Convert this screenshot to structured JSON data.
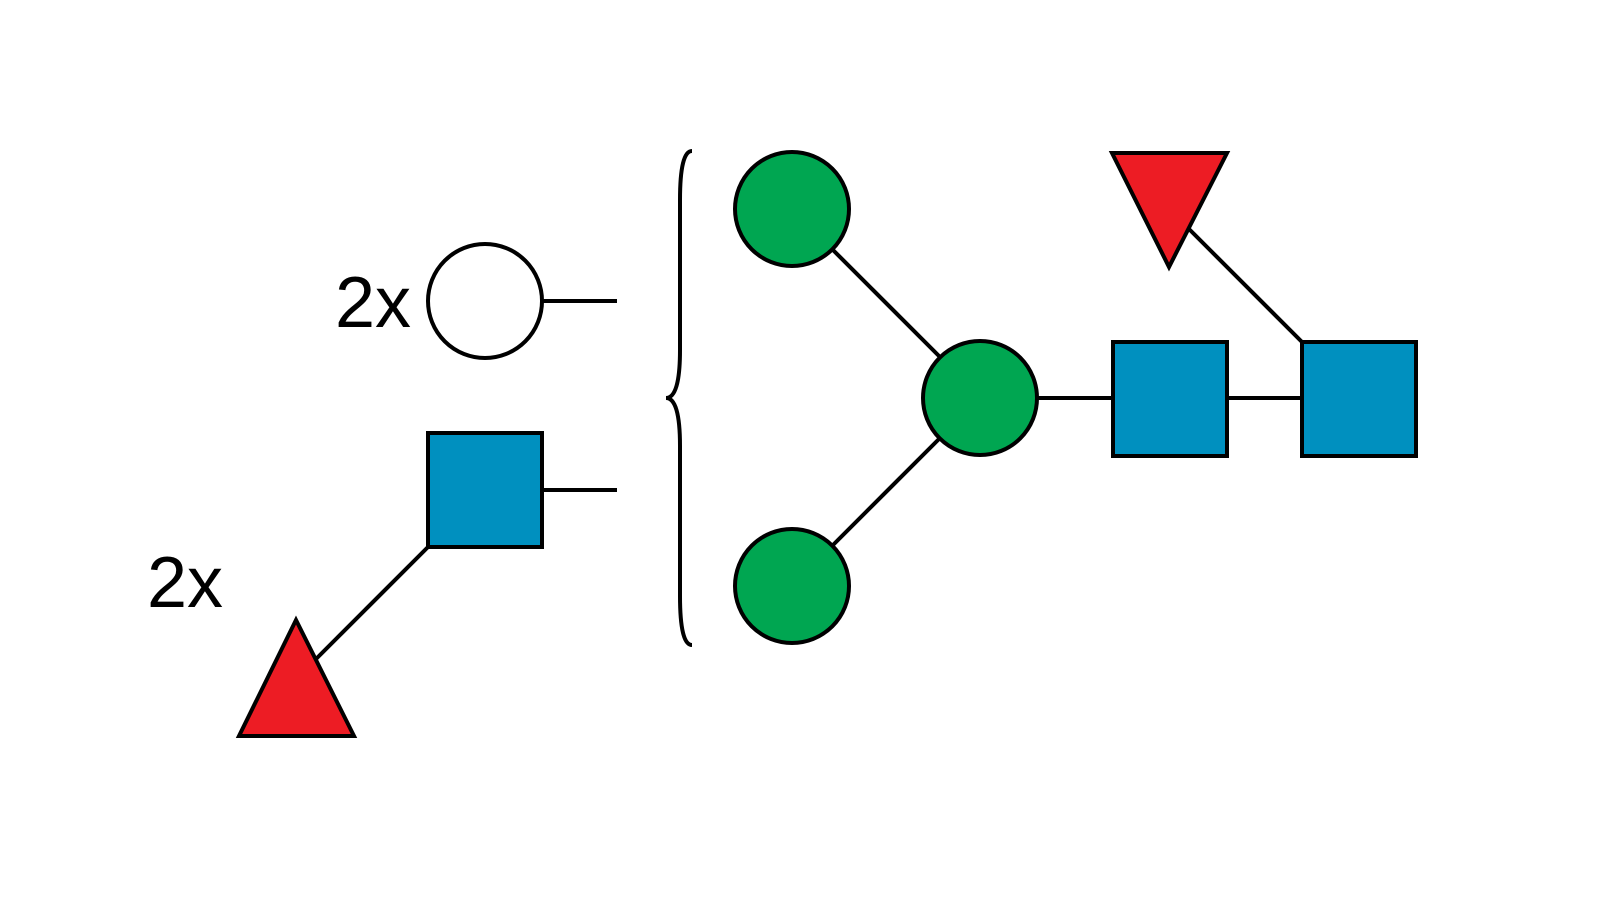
{
  "diagram": {
    "type": "glycan-structure",
    "colors": {
      "line": "#000000",
      "mannose": "#00a651",
      "glcnac": "#0090bf",
      "fucose": "#ed1c24",
      "galactose": "#ffffff"
    },
    "antennae": [
      {
        "multiplier": "2x",
        "residues": [
          "galactose"
        ]
      },
      {
        "multiplier": "2x",
        "residues": [
          "glcnac",
          "fucose"
        ]
      }
    ],
    "core": {
      "residues": [
        "mannose",
        "mannose",
        "mannose",
        "glcnac",
        "glcnac",
        "fucose"
      ]
    }
  }
}
